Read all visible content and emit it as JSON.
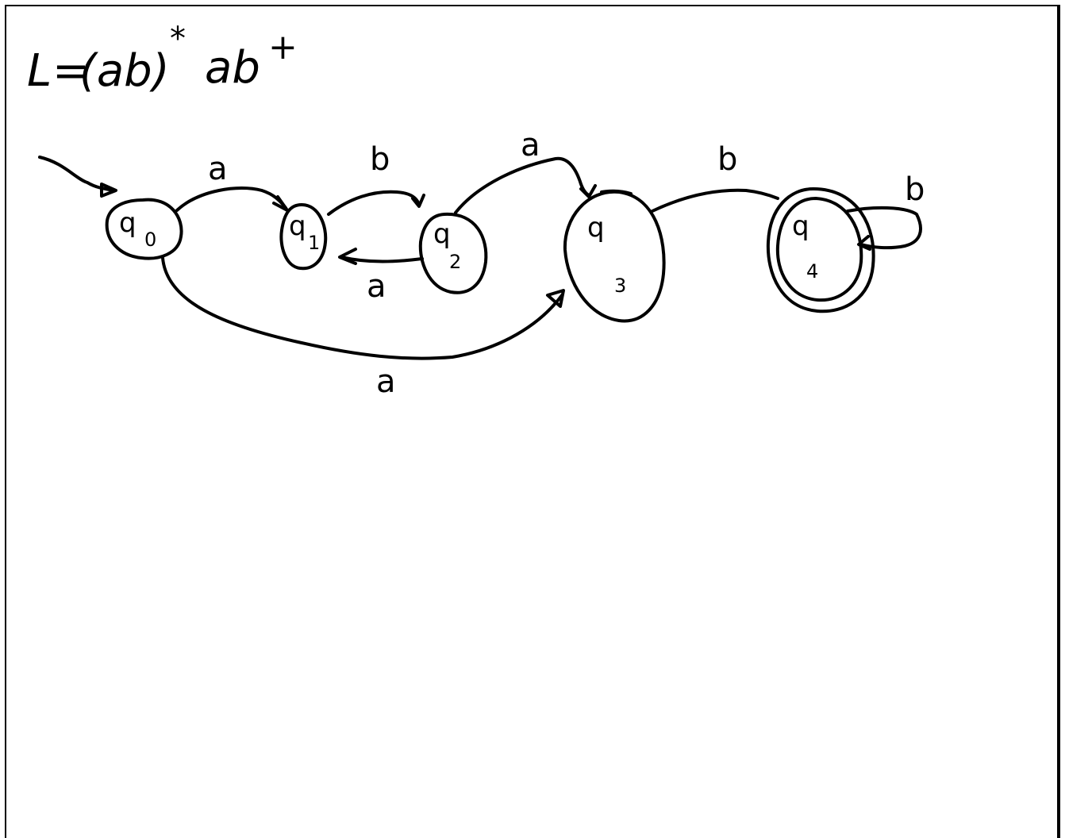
{
  "formula": {
    "lhs": "L",
    "eq": "=",
    "group": "(ab)",
    "star": "*",
    "tail": "ab",
    "plus": "+"
  },
  "states": [
    {
      "id": "q0",
      "base": "q",
      "sub": "0",
      "start": true,
      "accept": false
    },
    {
      "id": "q1",
      "base": "q",
      "sub": "1",
      "start": false,
      "accept": false
    },
    {
      "id": "q2",
      "base": "q",
      "sub": "2",
      "start": false,
      "accept": false
    },
    {
      "id": "q3",
      "base": "q",
      "sub": "3",
      "start": false,
      "accept": false
    },
    {
      "id": "q4",
      "base": "q",
      "sub": "4",
      "start": false,
      "accept": true
    }
  ],
  "transitions": [
    {
      "from": "q0",
      "to": "q1",
      "symbol": "a"
    },
    {
      "from": "q1",
      "to": "q2",
      "symbol": "b"
    },
    {
      "from": "q2",
      "to": "q1",
      "symbol": "a"
    },
    {
      "from": "q2",
      "to": "q3",
      "symbol": "a"
    },
    {
      "from": "q0",
      "to": "q3",
      "symbol": "a"
    },
    {
      "from": "q3",
      "to": "q4",
      "symbol": "b"
    },
    {
      "from": "q4",
      "to": "q4",
      "symbol": "b"
    }
  ],
  "colors": {
    "ink": "#000000",
    "background": "#ffffff"
  }
}
